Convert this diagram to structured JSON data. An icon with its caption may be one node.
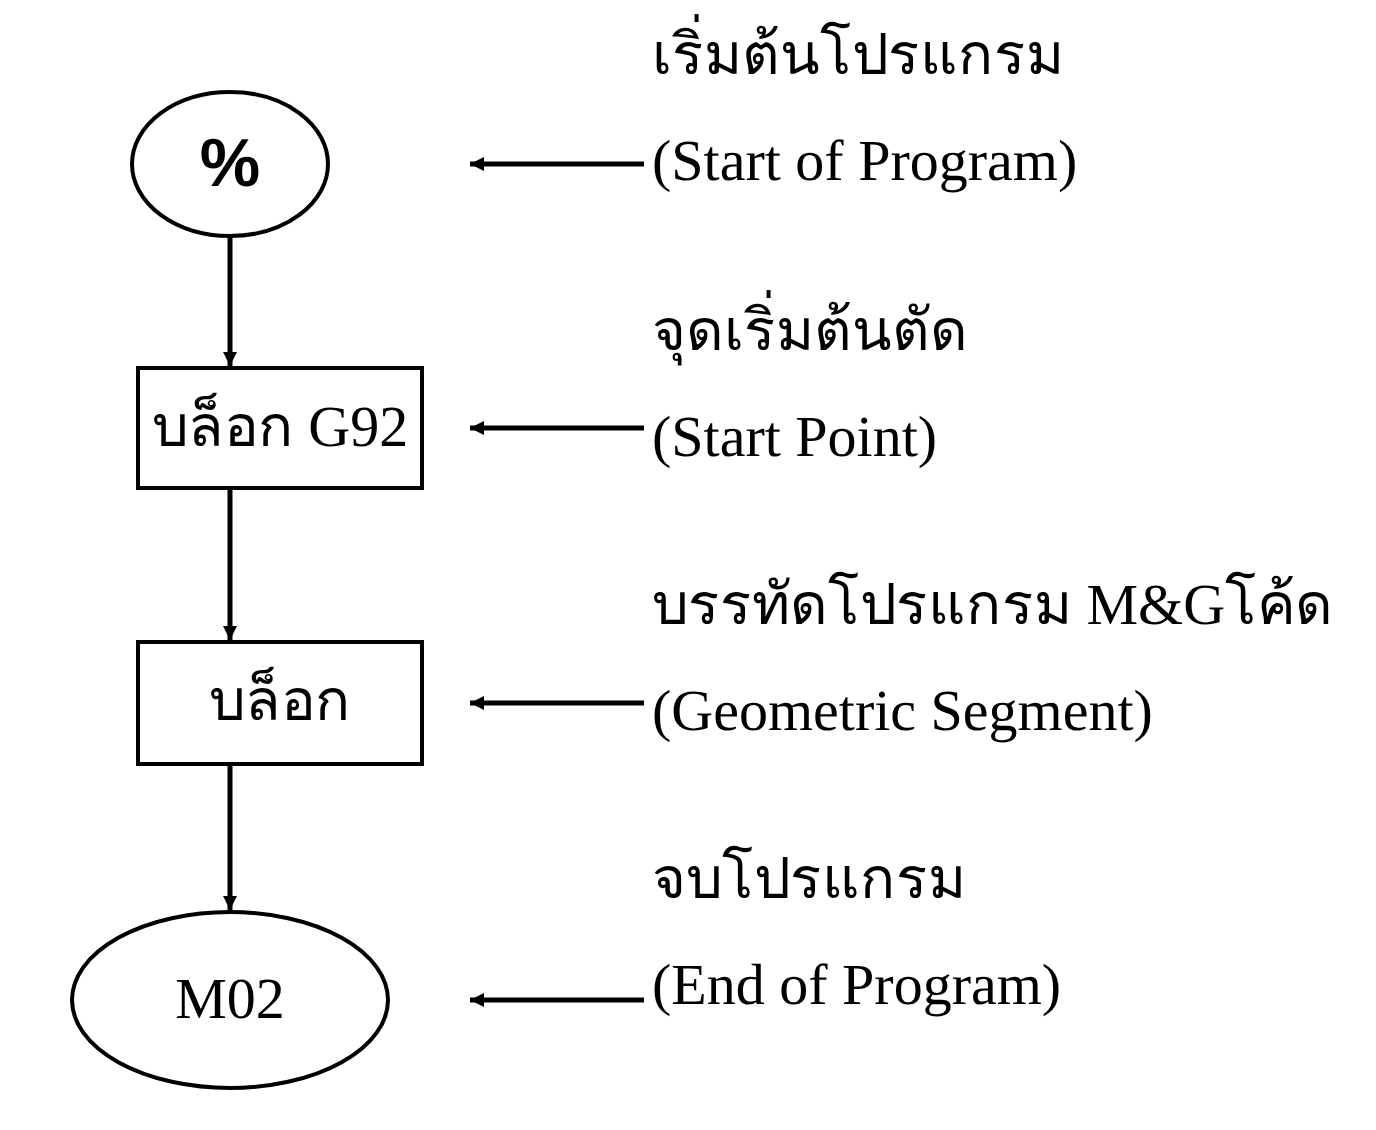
{
  "diagram": {
    "nodes": [
      {
        "text": [
          "%"
        ]
      },
      {
        "text": [
          "บล็อก G92"
        ]
      },
      {
        "text": [
          "บล็อก"
        ]
      },
      {
        "text": [
          "M02"
        ]
      },
      {
        "text": [
          "เริ่มต้นโปรแกรม",
          "(Start of Program)"
        ]
      },
      {
        "text": [
          "จุดเริ่มต้นตัด",
          "(Start Point)"
        ]
      },
      {
        "text": [
          "บรรทัดโปรแกรม M&Gโค้ด",
          "(Geometric Segment)"
        ]
      },
      {
        "text": [
          "จบโปรแกรม",
          "(End of Program)"
        ]
      }
    ],
    "edges": [
      {
        "from": 0,
        "to": 1,
        "arrow": "to"
      },
      {
        "from": 1,
        "to": 2,
        "arrow": "to"
      },
      {
        "from": 2,
        "to": 3,
        "arrow": "to"
      },
      {
        "from": 4,
        "to": 0,
        "arrow": "to"
      },
      {
        "from": 5,
        "to": 1,
        "arrow": "to"
      },
      {
        "from": 6,
        "to": 2,
        "arrow": "to"
      },
      {
        "from": 7,
        "to": 3,
        "arrow": "to"
      }
    ]
  }
}
